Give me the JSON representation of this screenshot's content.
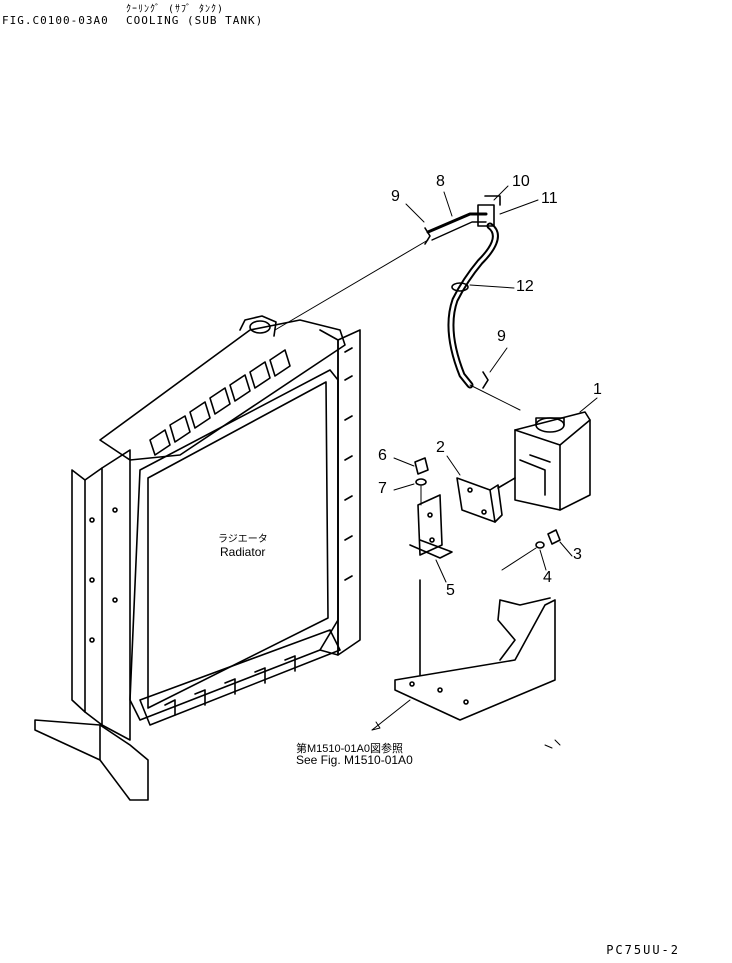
{
  "header": {
    "fig_code": "FIG.C0100-03A0",
    "title_jp": "ｸｰﾘﾝｸﾞ (ｻﾌﾞ ﾀﾝｸ)",
    "title_en": "COOLING (SUB TANK)"
  },
  "labels": {
    "radiator_jp": "ラジエータ",
    "radiator_en": "Radiator",
    "ref_jp": "第M1510-01A0図参照",
    "ref_en": "See Fig. M1510-01A0"
  },
  "callouts": [
    "1",
    "2",
    "3",
    "4",
    "5",
    "6",
    "7",
    "8",
    "9",
    "9",
    "10",
    "11",
    "12"
  ],
  "footer": {
    "page_code": "PC75UU-2"
  }
}
